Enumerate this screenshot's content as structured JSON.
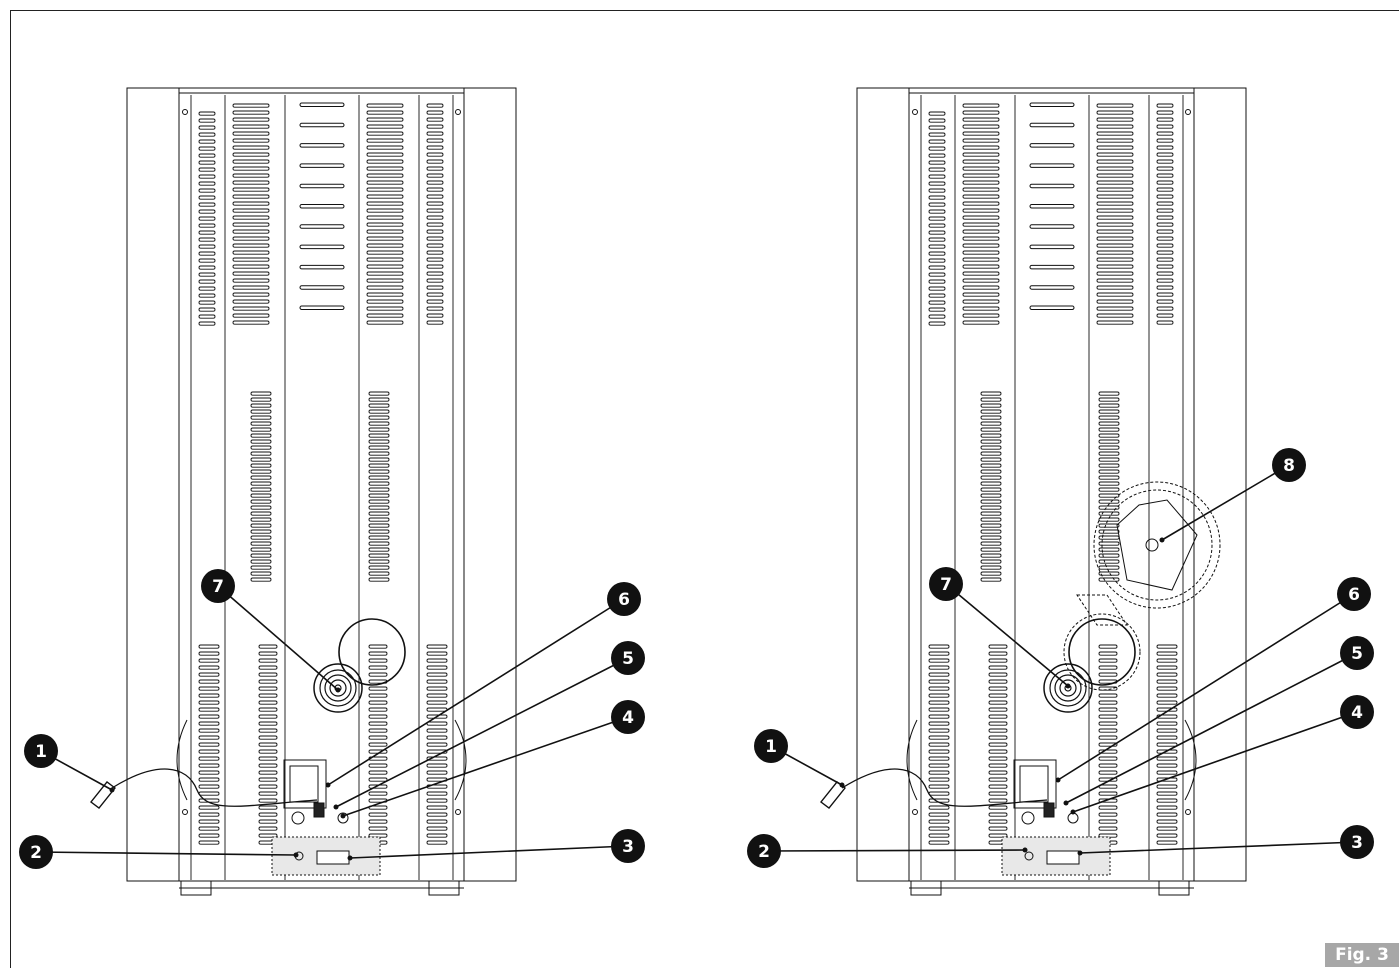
{
  "figure_label": "Fig. 3",
  "callout_numbers": [
    "1",
    "2",
    "3",
    "4",
    "5",
    "6",
    "7",
    "8"
  ],
  "views": [
    {
      "id": "left",
      "callouts": [
        "1",
        "2",
        "3",
        "4",
        "5",
        "6",
        "7"
      ]
    },
    {
      "id": "right",
      "callouts": [
        "1",
        "2",
        "3",
        "4",
        "5",
        "6",
        "7",
        "8"
      ]
    }
  ]
}
